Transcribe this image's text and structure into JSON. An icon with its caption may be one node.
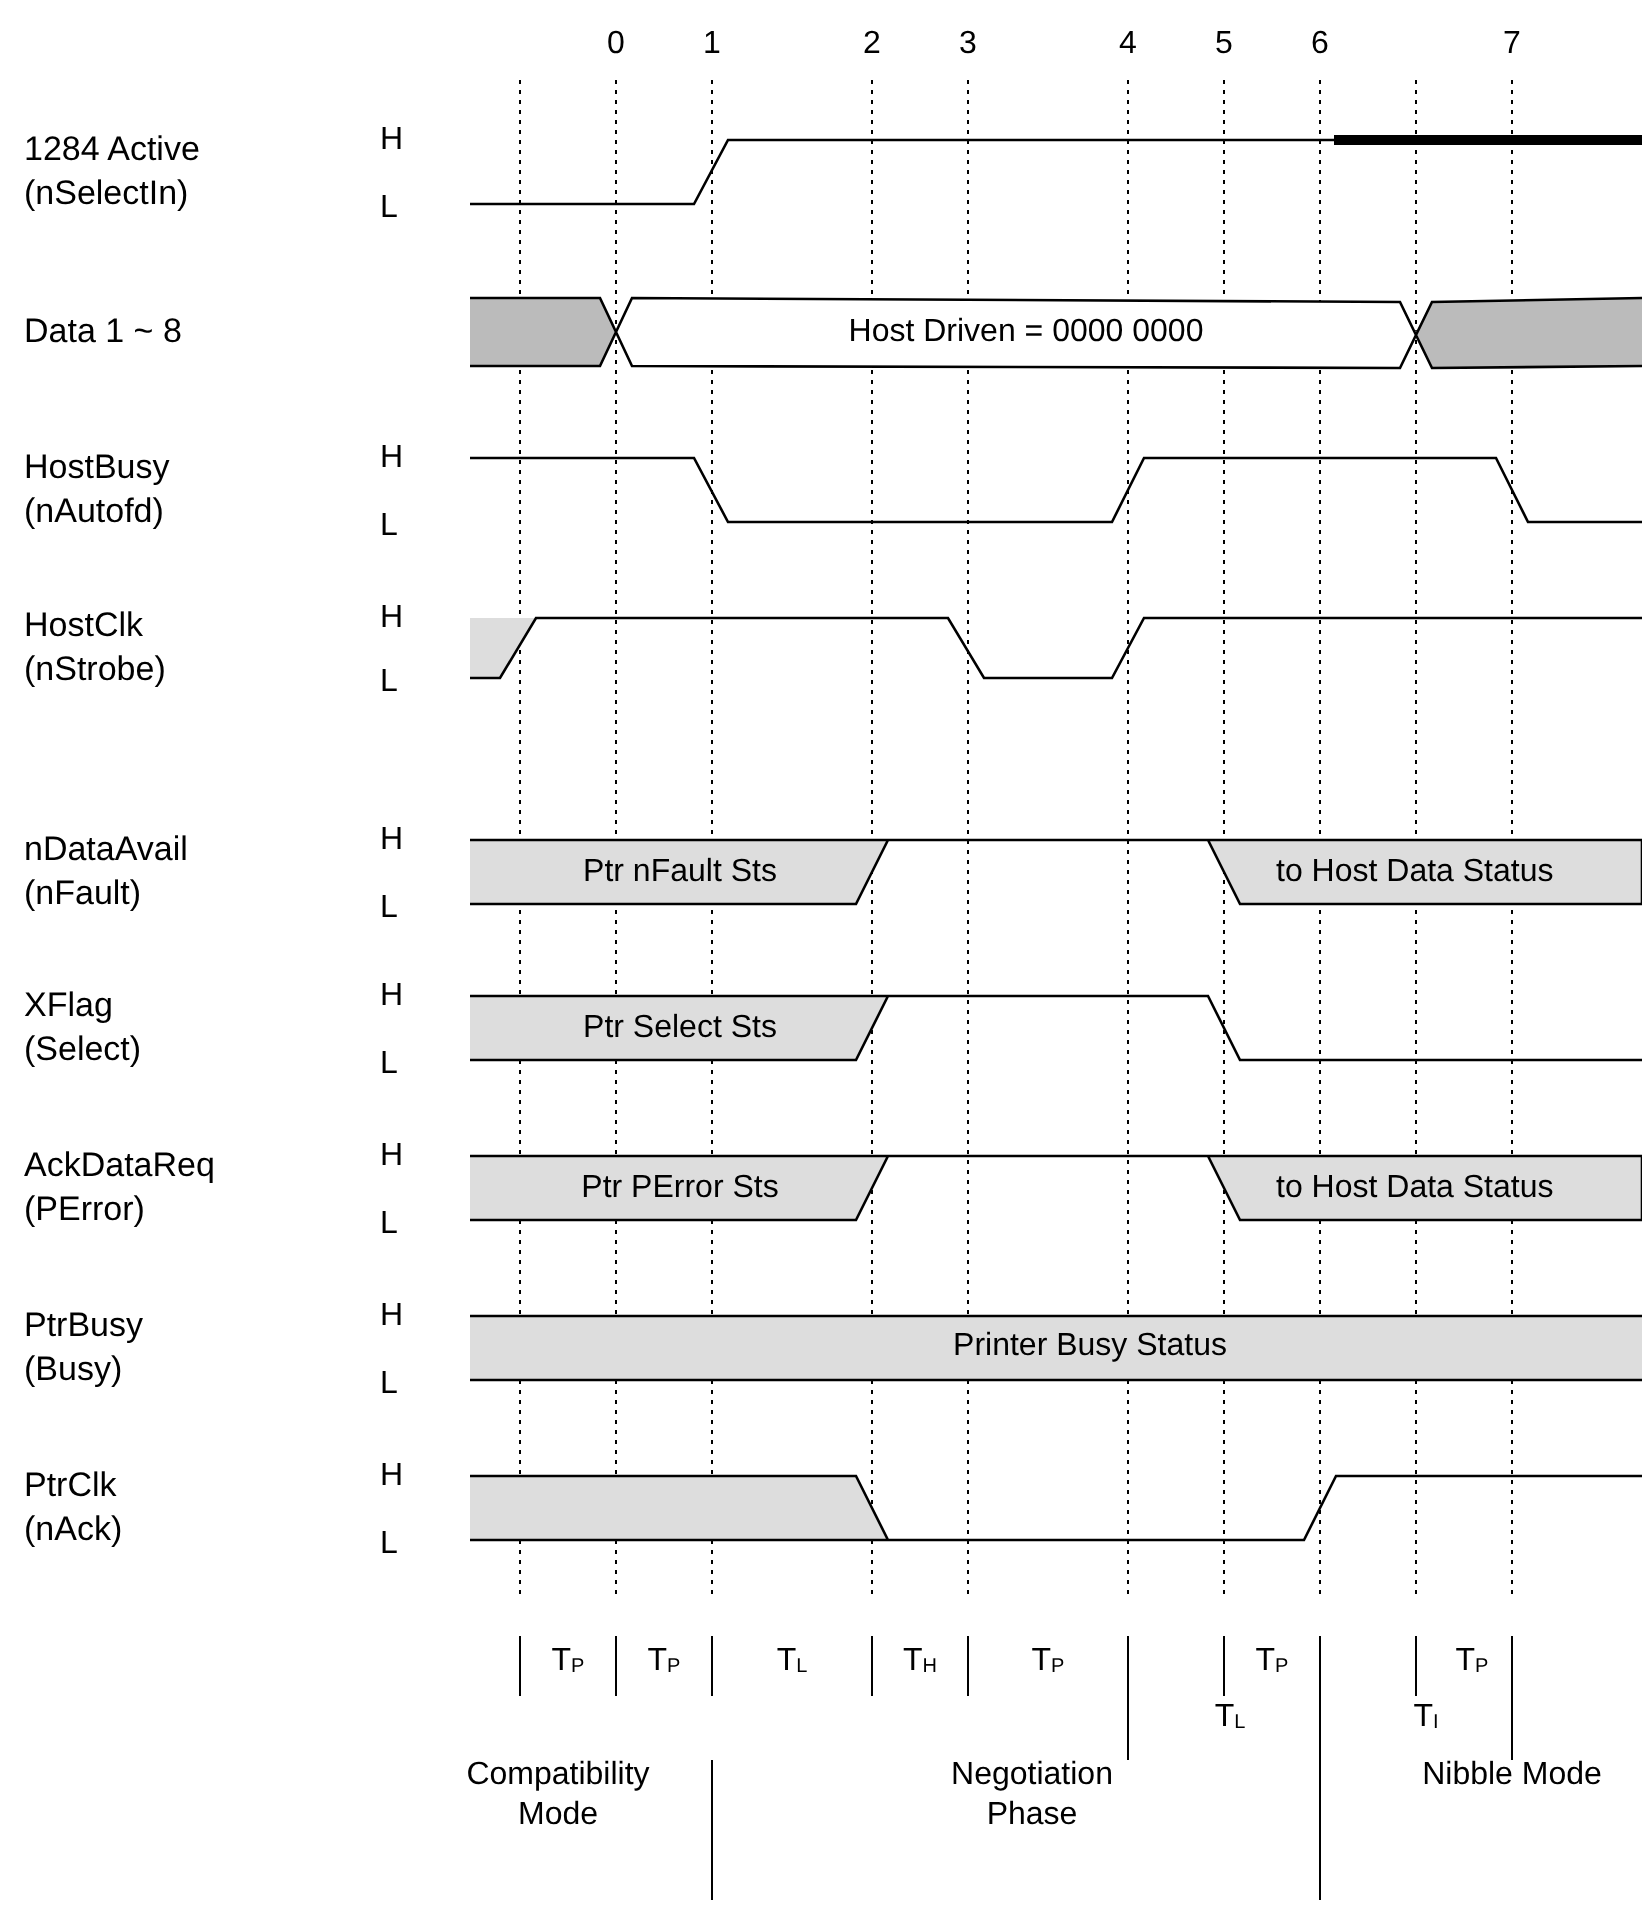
{
  "diagram": {
    "labels": [
      "0",
      "1",
      "2",
      "3",
      "4",
      "5",
      "6",
      "7",
      "1284 Active (nSelectIn)",
      "H",
      "L",
      "Data 1 ~ 8",
      "Host Driven = 0000 0000",
      "HostBusy (nAutofd)",
      "H",
      "L",
      "HostClk (nStrobe)",
      "H",
      "L",
      "nDataAvail (nFault)",
      "H",
      "L",
      "Ptr nFault Sts",
      "to Host Data Status",
      "XFlag (Select)",
      "H",
      "L",
      "Ptr Select Sts",
      "AckDataReq (PError)",
      "H",
      "L",
      "Ptr PError Sts",
      "to Host Data Status",
      "PtrBusy (Busy)",
      "H",
      "L",
      "Printer Busy Status",
      "PtrClk (nAck)",
      "H",
      "L",
      "T$_{P}$",
      "T$_{P}$",
      "T$_{L}$",
      "T$_{H}$",
      "T$_{P}$",
      "T$_{P}$",
      "T$_{P}$",
      "T$_{L}$",
      "T$_{I}$",
      "Compatibility Mode",
      "Negotiation Phase",
      "Nibble Mode"
    ]
  }
}
